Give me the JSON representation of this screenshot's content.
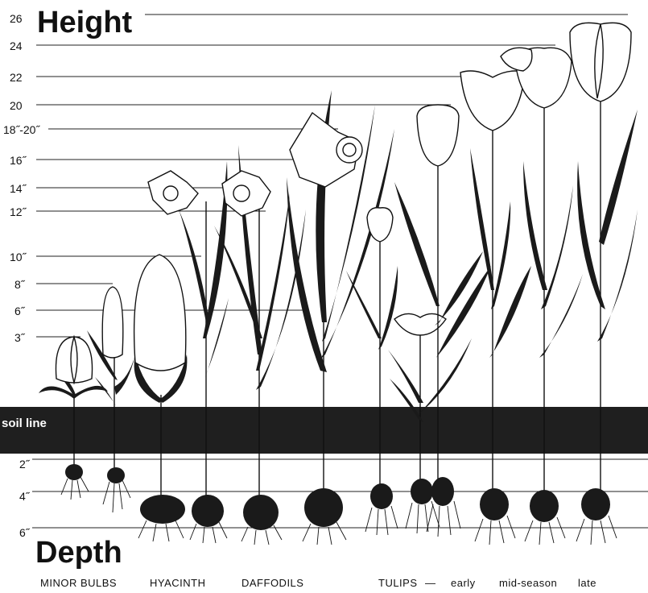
{
  "title_height": "Height",
  "title_depth": "Depth",
  "height_ticks": [
    "26",
    "24",
    "22",
    "20",
    "18˝-20˝",
    "16˝",
    "14˝",
    "12˝",
    "10˝",
    "8˝",
    "6˝",
    "3˝"
  ],
  "soil_label": "soil line",
  "depth_ticks": [
    "2˝",
    "4˝",
    "6˝"
  ],
  "categories": {
    "minor": "MINOR BULBS",
    "hyacinth": "HYACINTH",
    "daffodils": "DAFFODILS",
    "tulips": "TULIPS",
    "dash": "—",
    "early": "early",
    "mid": "mid-season",
    "late": "late"
  },
  "colors": {
    "ink": "#111111",
    "soil": "#1f1f1f",
    "paper": "#ffffff"
  }
}
